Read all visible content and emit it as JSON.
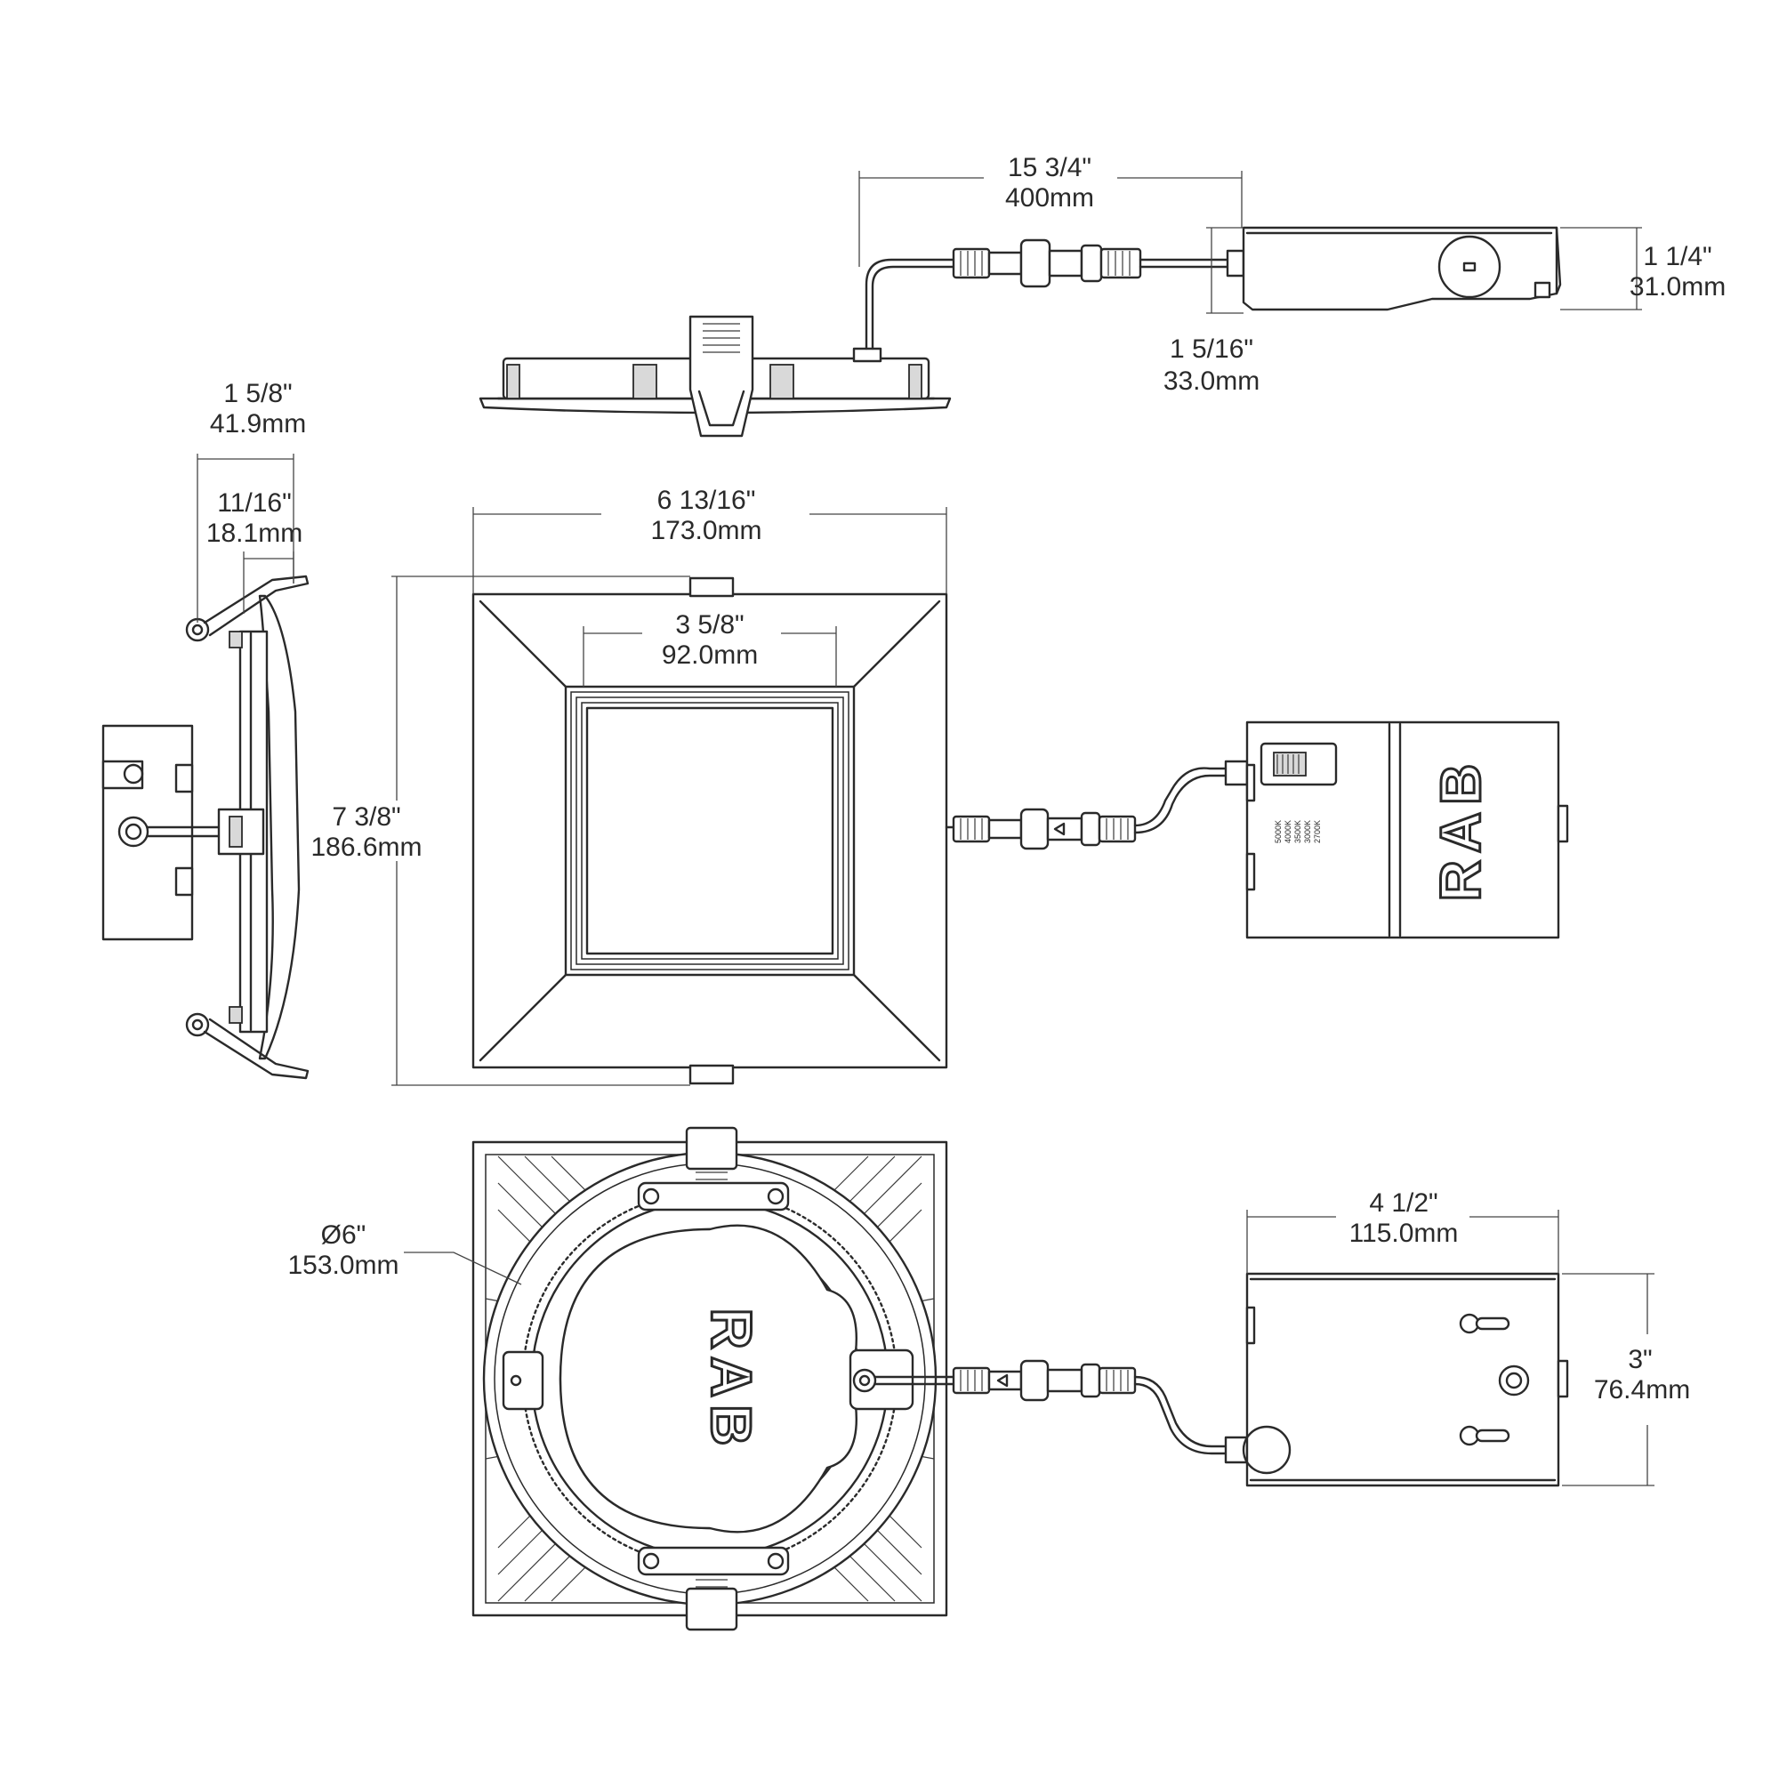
{
  "dimensions": {
    "cord_length": {
      "imperial": "15 3/4\"",
      "metric": "400mm"
    },
    "driver_height": {
      "imperial": "1 1/4\"",
      "metric": "31.0mm"
    },
    "driver_depth": {
      "imperial": "1 5/16\"",
      "metric": "33.0mm"
    },
    "side_total_depth": {
      "imperial": "1 5/8\"",
      "metric": "41.9mm"
    },
    "side_trim_depth": {
      "imperial": "11/16\"",
      "metric": "18.1mm"
    },
    "trim_width": {
      "imperial": "6 13/16\"",
      "metric": "173.0mm"
    },
    "aperture_width": {
      "imperial": "3 5/8\"",
      "metric": "92.0mm"
    },
    "overall_height": {
      "imperial": "7 3/8\"",
      "metric": "186.6mm"
    },
    "cutout_diameter": {
      "imperial": "Ø6\"",
      "metric": "153.0mm"
    },
    "driver_length": {
      "imperial": "4 1/2\"",
      "metric": "115.0mm"
    },
    "driver_width": {
      "imperial": "3\"",
      "metric": "76.4mm"
    }
  },
  "logo_text": "RAB",
  "cct_options": [
    "5000K",
    "4000K",
    "3500K",
    "3000K",
    "2700K"
  ]
}
